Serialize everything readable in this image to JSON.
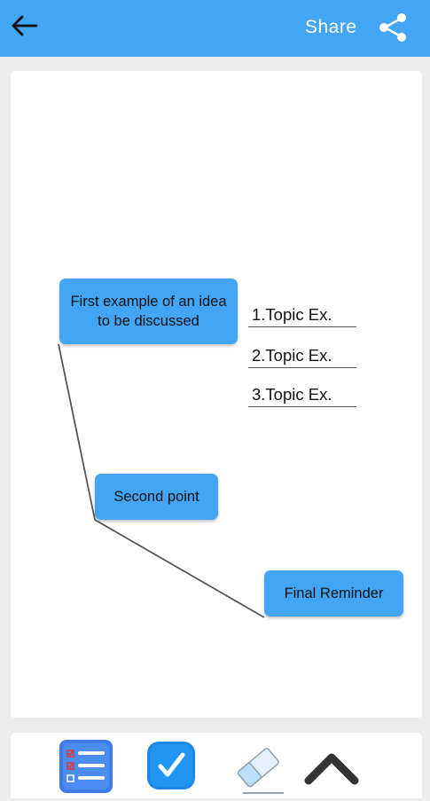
{
  "header": {
    "share_label": "Share",
    "back_icon": "arrow-left-icon",
    "share_icon": "share-icon",
    "background": "#42a5f5"
  },
  "mindmap": {
    "nodes": [
      {
        "id": "node-1",
        "text": "First example of an idea to be discussed"
      },
      {
        "id": "node-2",
        "text": "Second point"
      },
      {
        "id": "node-3",
        "text": "Final Reminder"
      }
    ],
    "topics": [
      "1.Topic Ex.",
      "2.Topic Ex.",
      "3.Topic Ex."
    ],
    "node_color": "#42a5f5"
  },
  "toolbar": {
    "tools": [
      "checklist-icon",
      "checkmark-icon",
      "eraser-icon",
      "chevron-up-icon"
    ]
  }
}
